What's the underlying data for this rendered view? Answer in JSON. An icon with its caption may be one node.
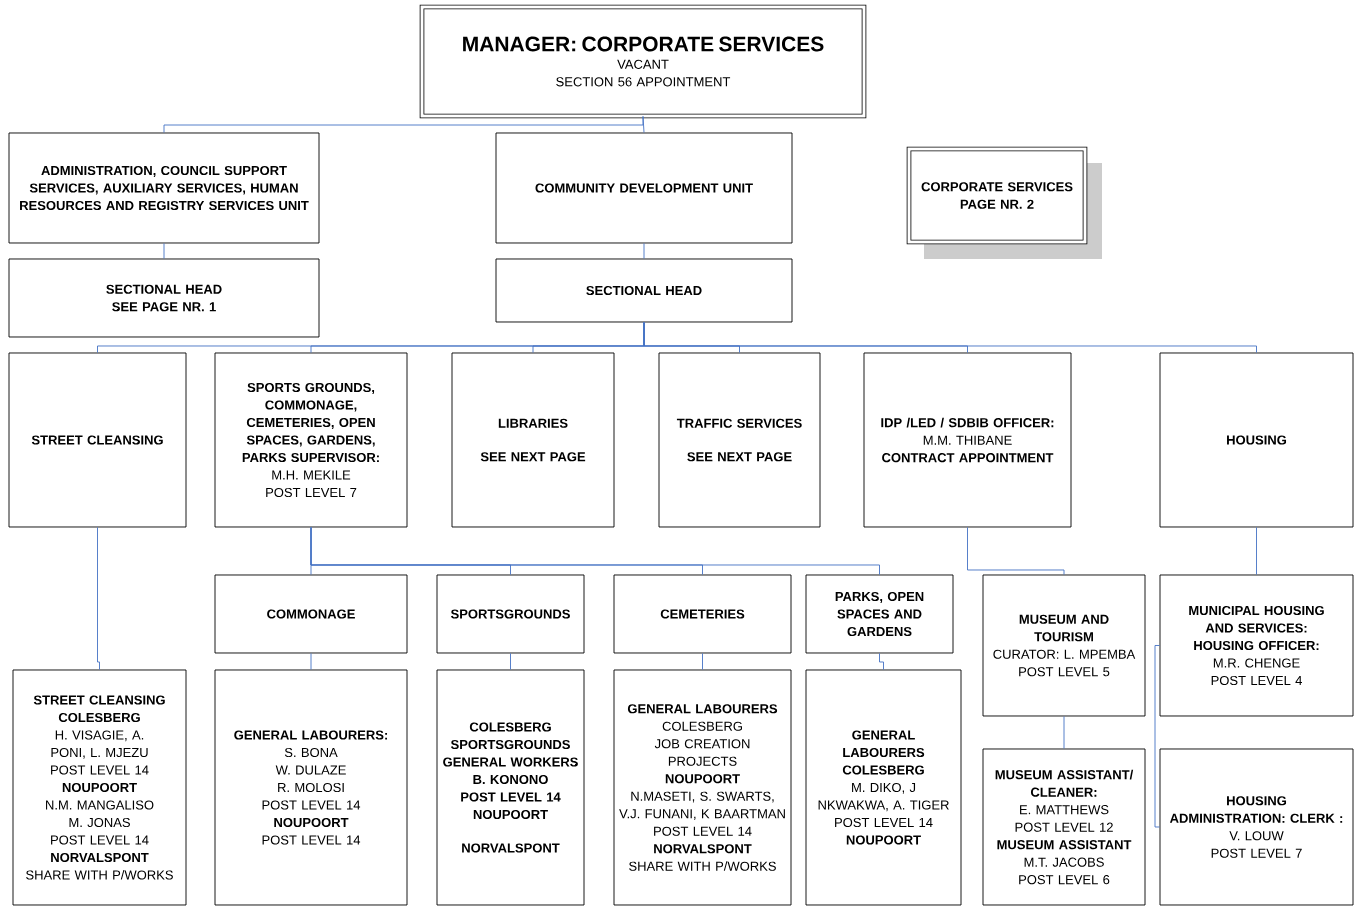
{
  "diagram": {
    "nodes": [
      {
        "text": [
          "MANAGER: CORPORATE SERVICES",
          "VACANT",
          "SECTION 56 APPOINTMENT"
        ]
      },
      {
        "text": [
          "ADMINISTRATION, COUNCIL SUPPORT SERVICES, AUXILIARY SERVICES, HUMAN RESOURCES AND REGISTRY SERVICES UNIT"
        ]
      },
      {
        "text": [
          "COMMUNITY DEVELOPMENT UNIT"
        ]
      },
      {
        "text": [
          "CORPORATE SERVICES",
          "PAGE NR. 2"
        ]
      },
      {
        "text": [
          "SECTIONAL HEAD",
          "SEE PAGE NR. 1"
        ]
      },
      {
        "text": [
          "SECTIONAL HEAD"
        ]
      },
      {
        "text": [
          "STREET CLEANSING"
        ]
      },
      {
        "text": [
          "SPORTS GROUNDS, COMMONAGE, CEMETERIES, OPEN SPACES, GARDENS, PARKS SUPERVISOR:",
          "M.H. MEKILE",
          "POST LEVEL 7"
        ]
      },
      {
        "text": [
          "LIBRARIES",
          "SEE NEXT PAGE"
        ]
      },
      {
        "text": [
          "TRAFFIC SERVICES",
          "SEE NEXT PAGE"
        ]
      },
      {
        "text": [
          "IDP /LED / SDBIB OFFICER:",
          "M.M. THIBANE",
          "CONTRACT APPOINTMENT"
        ]
      },
      {
        "text": [
          "HOUSING"
        ]
      },
      {
        "text": [
          "COMMONAGE"
        ]
      },
      {
        "text": [
          "SPORTSGROUNDS"
        ]
      },
      {
        "text": [
          "CEMETERIES"
        ]
      },
      {
        "text": [
          "PARKS, OPEN SPACES AND GARDENS"
        ]
      },
      {
        "text": [
          "MUSEUM AND TOURISM",
          "CURATOR: L. MPEMBA",
          "POST LEVEL 5"
        ]
      },
      {
        "text": [
          "MUNICIPAL HOUSING AND SERVICES:",
          "HOUSING OFFICER:",
          "M.R. CHENGE",
          "POST LEVEL 4"
        ]
      },
      {
        "text": [
          "STREET CLEANSING COLESBERG",
          "H. VISAGIE, A. PONI, L. MJEZU",
          "POST LEVEL 14",
          "NOUPOORT",
          "N.M. MANGALISO",
          "M. JONAS",
          "POST LEVEL 14",
          "NORVALSPONT",
          "SHARE WITH P/WORKS"
        ]
      },
      {
        "text": [
          "GENERAL LABOURERS:",
          "S. BONA",
          "W. DULAZE",
          "R. MOLOSI",
          "POST LEVEL 14",
          "NOUPOORT",
          "POST LEVEL 14"
        ]
      },
      {
        "text": [
          "COLESBERG SPORTSGROUNDS GENERAL WORKERS",
          "B. KONONO",
          "POST LEVEL 14",
          "NOUPOORT",
          "NORVALSPONT"
        ]
      },
      {
        "text": [
          "GENERAL LABOURERS",
          "COLESBERG",
          "JOB CREATION PROJECTS",
          "NOUPOORT",
          "N.MASETI, S. SWARTS, V.J. FUNANI, K BAARTMAN",
          "POST LEVEL 14",
          "NORVALSPONT",
          "SHARE WITH P/WORKS"
        ]
      },
      {
        "text": [
          "GENERAL LABOURERS COLESBERG",
          "M. DIKO, J NKWAKWA, A. TIGER",
          "POST LEVEL 14",
          "NOUPOORT"
        ]
      },
      {
        "text": [
          "MUSEUM ASSISTANT/ CLEANER:",
          "E. MATTHEWS",
          "POST LEVEL 12",
          "MUSEUM ASSISTANT",
          "M.T. JACOBS",
          "POST LEVEL 6"
        ]
      },
      {
        "text": [
          "HOUSING ADMINISTRATION: CLERK :",
          "V. LOUW",
          "POST LEVEL 7"
        ]
      }
    ],
    "edges": [
      {
        "from": 0,
        "to": 1,
        "arrow": "none"
      },
      {
        "from": 0,
        "to": 2,
        "arrow": "none"
      },
      {
        "from": 1,
        "to": 4,
        "arrow": "none"
      },
      {
        "from": 2,
        "to": 5,
        "arrow": "none"
      },
      {
        "from": 5,
        "to": 6,
        "arrow": "none"
      },
      {
        "from": 5,
        "to": 7,
        "arrow": "none"
      },
      {
        "from": 5,
        "to": 8,
        "arrow": "none"
      },
      {
        "from": 5,
        "to": 9,
        "arrow": "none"
      },
      {
        "from": 5,
        "to": 10,
        "arrow": "none"
      },
      {
        "from": 5,
        "to": 11,
        "arrow": "none"
      },
      {
        "from": 6,
        "to": 18,
        "arrow": "none"
      },
      {
        "from": 7,
        "to": 12,
        "arrow": "none"
      },
      {
        "from": 7,
        "to": 13,
        "arrow": "none"
      },
      {
        "from": 7,
        "to": 14,
        "arrow": "none"
      },
      {
        "from": 7,
        "to": 15,
        "arrow": "none"
      },
      {
        "from": 12,
        "to": 19,
        "arrow": "none"
      },
      {
        "from": 13,
        "to": 20,
        "arrow": "none"
      },
      {
        "from": 14,
        "to": 21,
        "arrow": "none"
      },
      {
        "from": 15,
        "to": 22,
        "arrow": "none"
      },
      {
        "from": 10,
        "to": 16,
        "arrow": "none"
      },
      {
        "from": 16,
        "to": 23,
        "arrow": "none"
      },
      {
        "from": 11,
        "to": 17,
        "arrow": "none"
      },
      {
        "from": 17,
        "to": 24,
        "arrow": "none"
      }
    ]
  }
}
